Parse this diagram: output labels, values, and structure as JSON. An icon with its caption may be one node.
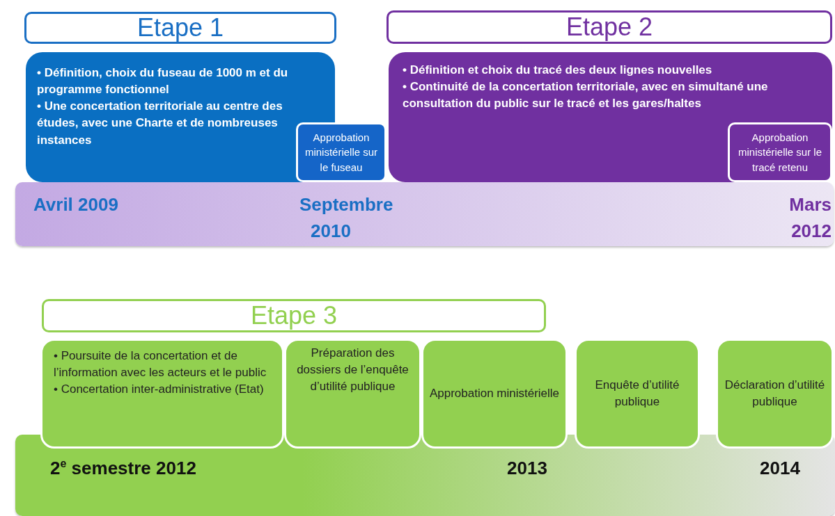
{
  "diagram": {
    "nodes": [
      {
        "text": [
          "Etape 1"
        ]
      },
      {
        "text": [
          "• Définition, choix du fuseau de 1000 m et du programme fonctionnel",
          "• Une concertation territoriale au centre des études, avec une  Charte et de nombreuses instances"
        ]
      },
      {
        "text": [
          "Approbation ministérielle sur le fuseau"
        ]
      },
      {
        "text": [
          "Etape 2"
        ]
      },
      {
        "text": [
          "• Définition et choix du tracé des deux lignes nouvelles",
          "• Continuité de la concertation territoriale, avec en simultané une consultation du public sur le tracé et les gares/haltes"
        ]
      },
      {
        "text": [
          "Approbation ministérielle sur le tracé retenu"
        ],
        "in": 4
      },
      {
        "text": [
          "Avril 2009",
          "Septembre 2010",
          "Mars 2012"
        ]
      },
      {
        "text": [
          "Etape 3"
        ]
      },
      {
        "text": [
          "• Poursuite de la concertation et de l’information avec les acteurs et le public",
          "• Concertation inter-administrative (Etat)"
        ]
      },
      {
        "text": [
          "Préparation des dossiers de  l’enquête d’utilité publique"
        ]
      },
      {
        "text": [
          "Approbation ministérielle"
        ]
      },
      {
        "text": [
          "Enquête d’utilité publique"
        ]
      },
      {
        "text": [
          "Déclaration d’utilité publique"
        ]
      },
      {
        "text": [
          "2$^{e}$ semestre 2012",
          "2013",
          "2014"
        ]
      }
    ]
  }
}
